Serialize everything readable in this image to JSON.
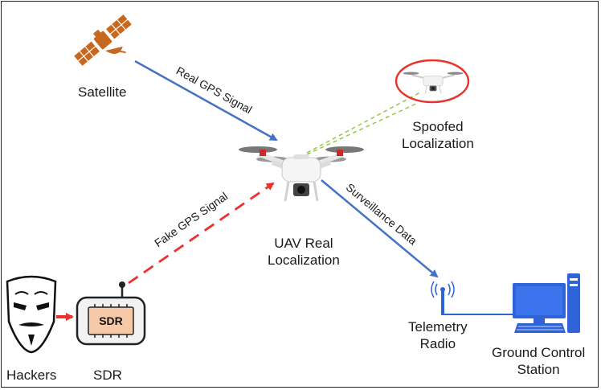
{
  "nodes": {
    "satellite": "Satellite",
    "spoofed_line1": "Spoofed",
    "spoofed_line2": "Localization",
    "uav_line1": "UAV Real",
    "uav_line2": "Localization",
    "telemetry_line1": "Telemetry",
    "telemetry_line2": "Radio",
    "ground_line1": "Ground Control",
    "ground_line2": "Station",
    "hackers": "Hackers",
    "sdr": "SDR",
    "sdr_chip": "SDR"
  },
  "edges": {
    "real_gps": "Real GPS Signal",
    "fake_gps": "Fake GPS Signal",
    "surveillance": "Surveillance Data"
  },
  "colors": {
    "blue_arrow": "#4472c4",
    "red_arrow": "#e8322b",
    "green_dash": "#8cc63f",
    "satellite_orange": "#c8681e",
    "monitor_blue": "#2f64d8",
    "chip_fill": "#f6c9a8"
  }
}
